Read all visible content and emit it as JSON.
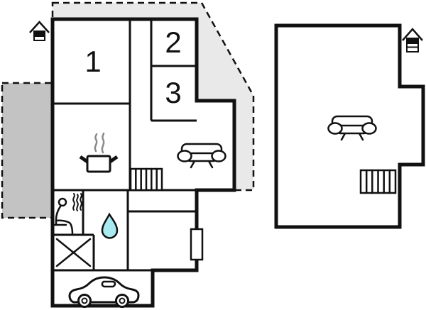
{
  "rooms": [
    {
      "label": "1"
    },
    {
      "label": "2"
    },
    {
      "label": "3"
    }
  ],
  "icons": [
    "north-marker-icon-left",
    "north-marker-icon-right",
    "cooking-pot-icon",
    "steam-icon",
    "sauna-person-icon",
    "water-drop-icon",
    "crossed-box-icon",
    "car-icon",
    "sofa-icon-ground-floor",
    "sofa-icon-upper-floor",
    "stairs-icon-ground-floor",
    "stairs-icon-upper-floor",
    "radiator-icon"
  ],
  "colors": {
    "wall": "#111111",
    "terrace_fill": "#e9e9e9",
    "patio_fill": "#c3c3c3",
    "water_drop_fill": "#a9e9f0",
    "steam": "#8a8a8a"
  }
}
